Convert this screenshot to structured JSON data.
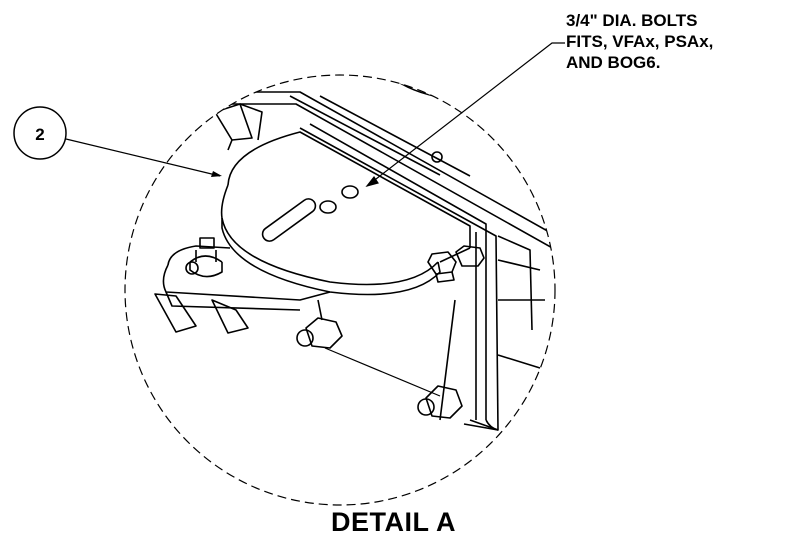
{
  "note": {
    "lines": [
      "3/4\" DIA. BOLTS",
      "FITS, VFAx, PSAx,",
      "AND BOG6."
    ]
  },
  "balloon": {
    "number": "2"
  },
  "detail": {
    "label": "DETAIL  A"
  }
}
